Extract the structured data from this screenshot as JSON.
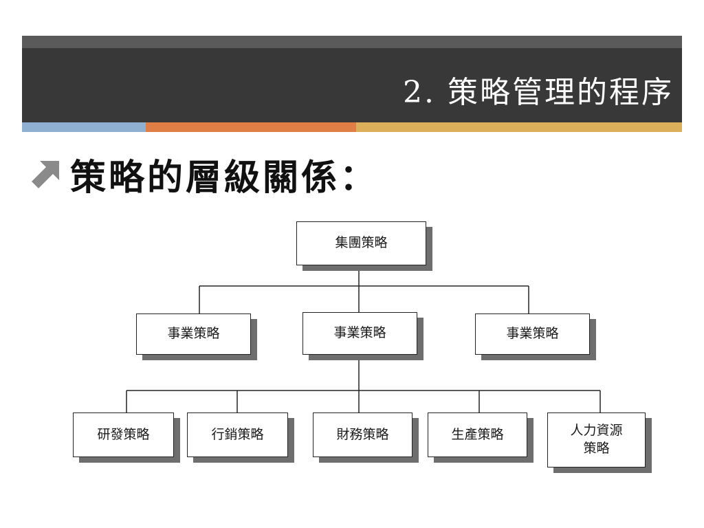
{
  "slide": {
    "title": "2. 策略管理的程序",
    "bullet": "策略的層級關係：",
    "colors": {
      "band": "#383838",
      "band_top": "#5a5a5a",
      "stripe_blue": "#8fb0d0",
      "stripe_orange": "#e07f45",
      "stripe_gold": "#dcb05a",
      "bullet_arrow": "#8a8a8a"
    },
    "icons": {
      "bullet": "northeast-arrow-icon"
    }
  },
  "org_chart": {
    "group": "集團策略",
    "business": [
      "事業策略",
      "事業策略",
      "事業策略"
    ],
    "functional": [
      {
        "line1": "研發策略"
      },
      {
        "line1": "行銷策略"
      },
      {
        "line1": "財務策略"
      },
      {
        "line1": "生產策略"
      },
      {
        "line1": "人力資源",
        "line2": "策略"
      }
    ]
  }
}
